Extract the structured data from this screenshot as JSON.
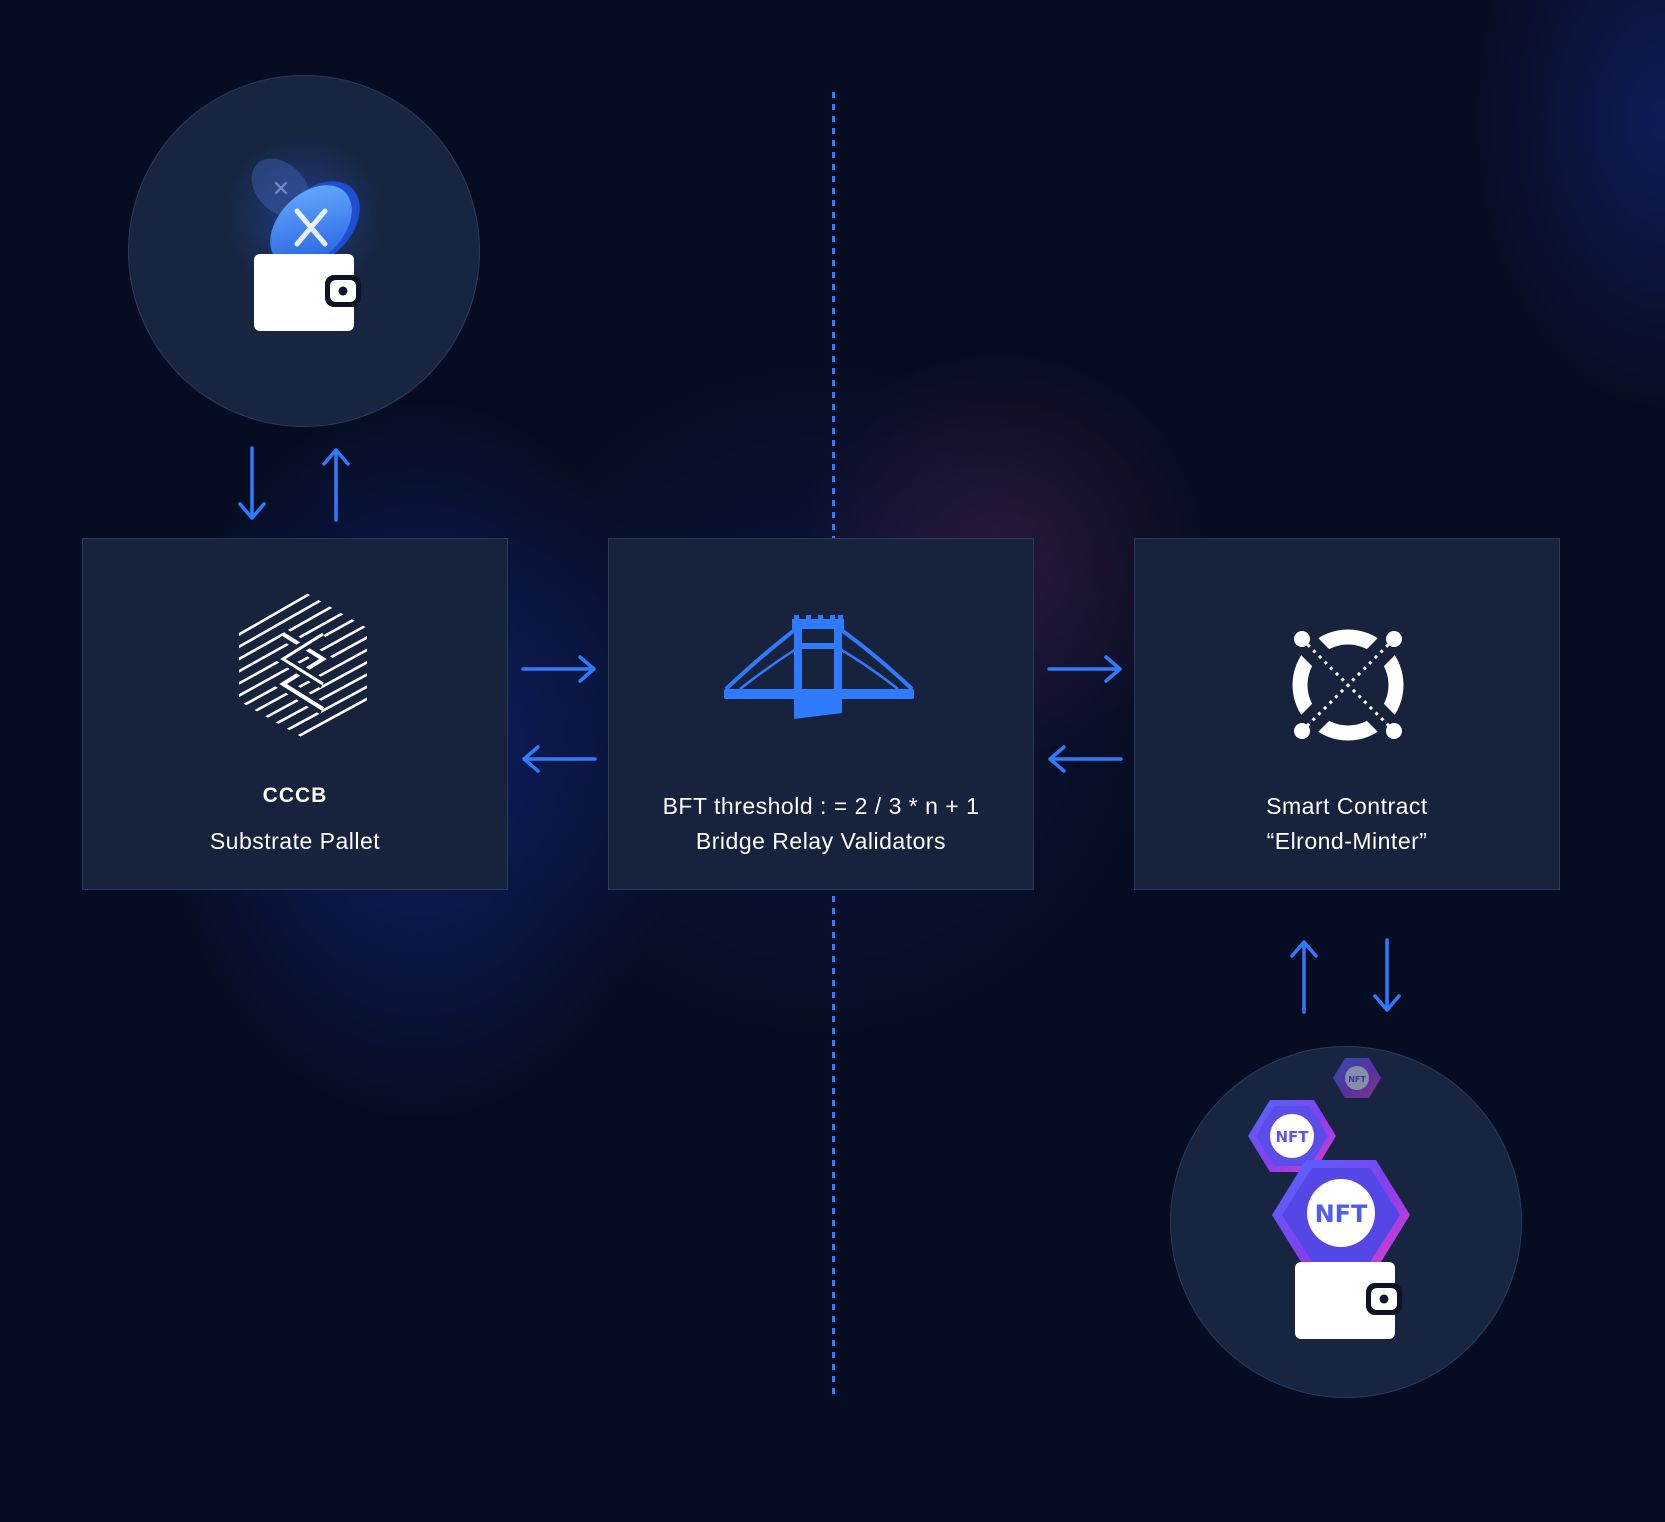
{
  "source_node": {
    "title": "CCCB",
    "subtitle": "Substrate Pallet",
    "icon": "substrate-hexagon-logo-icon"
  },
  "bridge_node": {
    "line1": "BFT threshold : = 2 / 3 * n + 1",
    "line2": "Bridge Relay Validators",
    "icon": "bridge-icon"
  },
  "target_node": {
    "line1": "Smart Contract",
    "line2": "“Elrond-Minter”",
    "icon": "elrond-logo-icon"
  },
  "source_wallet": {
    "icon": "wallet-with-coin-icon"
  },
  "target_wallet": {
    "icon": "wallet-with-nft-icon",
    "nft_labels": [
      "NFT",
      "NFT",
      "NFT"
    ]
  },
  "colors": {
    "accent": "#2f7bff",
    "background": "#060d22",
    "panel": "#17233d",
    "nft_pink": "#e040c8",
    "nft_purple": "#6a3cf0"
  }
}
